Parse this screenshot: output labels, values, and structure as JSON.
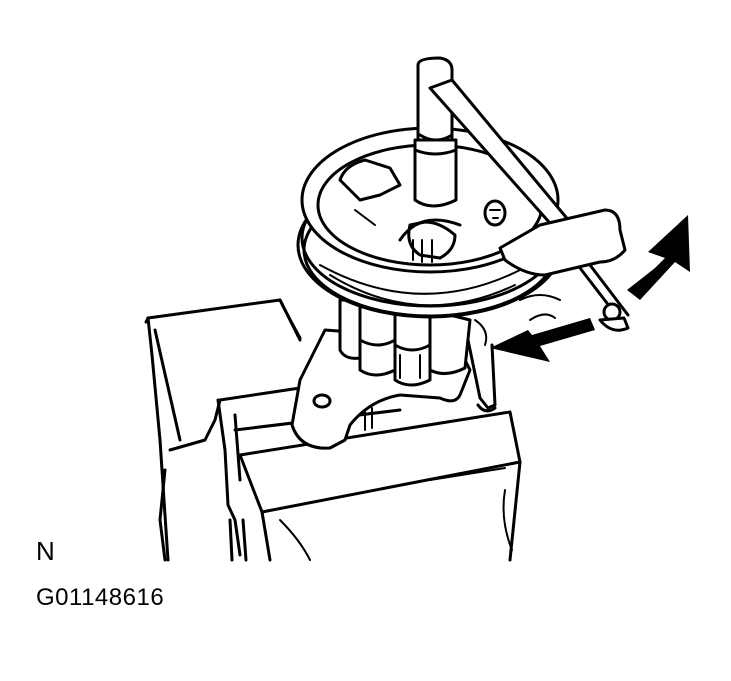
{
  "figure": {
    "view_label": "N",
    "figure_id": "G01148616",
    "description": "Power steering pump pulley held in vise, special service tool on pulley nut with rotation direction arrows",
    "colors": {
      "line": "#000000",
      "background": "#ffffff"
    }
  },
  "elements": {
    "vise": "vise-jaws",
    "pump": "power-steering-pump-body",
    "pulley": "pulley",
    "tool": "holding-tool",
    "arrows": [
      "rotate-arrow-up",
      "rotate-arrow-left"
    ]
  }
}
